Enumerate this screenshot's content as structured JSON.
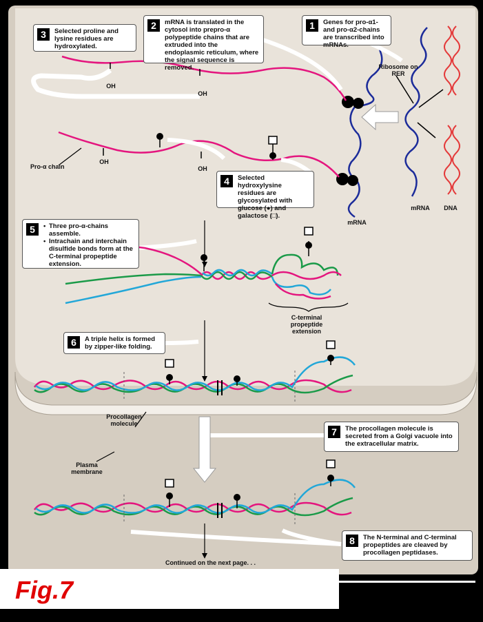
{
  "steps": {
    "s1": {
      "num": "1",
      "text": "Genes for pro-α1- and pro-α2-chains are transcribed into mRNAs."
    },
    "s2": {
      "num": "2",
      "text": "mRNA is translated in the cytosol into prepro-α polypeptide chains that are extruded into the endoplasmic reticulum, where the signal sequence is removed."
    },
    "s3": {
      "num": "3",
      "text": "Selected proline and lysine residues are hydroxylated."
    },
    "s4": {
      "num": "4",
      "text": "Selected hydroxylysine residues are glycosylated with glucose (●) and galactose (□)."
    },
    "s5": {
      "num": "5",
      "bullet1": "Three pro-α-chains assemble.",
      "bullet2": "Intrachain and interchain disulfide bonds form at the C-terminal propeptide extension."
    },
    "s6": {
      "num": "6",
      "text": "A triple helix is formed by zipper-like folding."
    },
    "s7": {
      "num": "7",
      "text": "The procollagen molecule is secreted from a Golgi vacuole into the extracellular matrix."
    },
    "s8": {
      "num": "8",
      "text": "The N-terminal and C-terminal propeptides are cleaved by procollagen peptidases."
    }
  },
  "labels": {
    "ribosome": "Ribosome on RER",
    "oh": "OH",
    "pro_alpha_chain": "Pro-α chain",
    "mrna": "mRNA",
    "dna": "DNA",
    "c_terminal": "C-terminal propeptide extension",
    "procollagen": "Procollagen molecule",
    "plasma_membrane": "Plasma membrane",
    "continued": "Continued on the next page. . ."
  },
  "figure": {
    "label": "Fig.7"
  },
  "colors": {
    "background": "#000000",
    "cell_bg": "#e9e3da",
    "extracellular_bg": "#d5cdc1",
    "membrane": "#f3efe9",
    "pink": "#e4157e",
    "green": "#1a9a48",
    "blue_chain": "#22a7d8",
    "dark_blue": "#1c2c9a",
    "dna_red": "#e43a3a",
    "figure_label": "#e00000"
  }
}
